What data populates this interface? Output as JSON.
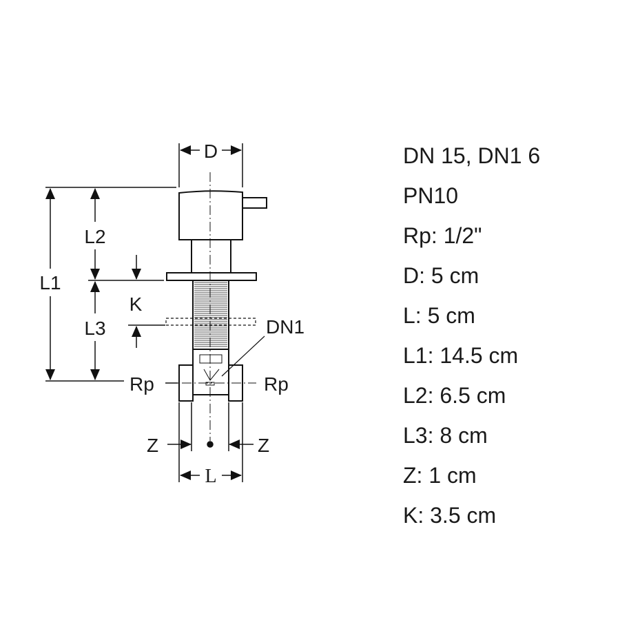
{
  "diagram": {
    "labels": {
      "D": "D",
      "L1": "L1",
      "L2": "L2",
      "L3": "L3",
      "K": "K",
      "DN1": "DN1",
      "Rp_left": "Rp",
      "Rp_right": "Rp",
      "Z_left": "Z",
      "Z_right": "Z",
      "L": "L"
    }
  },
  "specs": [
    "DN 15, DN1 6",
    "PN10",
    "Rp: 1/2\"",
    "D: 5 cm",
    "L: 5 cm",
    "L1: 14.5 cm",
    "L2: 6.5 cm",
    "L3: 8 cm",
    "Z: 1 cm",
    "K: 3.5 cm"
  ]
}
